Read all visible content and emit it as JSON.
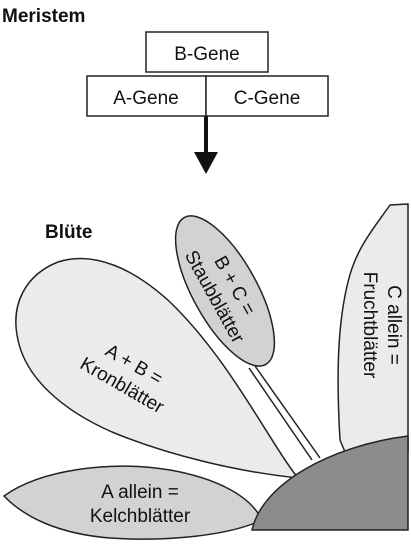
{
  "headings": {
    "meristem": "Meristem",
    "bluete": "Blüte"
  },
  "genes": {
    "b": "B-Gene",
    "a": "A-Gene",
    "c": "C-Gene"
  },
  "organs": {
    "kelch": {
      "line1": "A allein =",
      "line2": "Kelchblätter"
    },
    "kron": {
      "line1": "A + B =",
      "line2": "Kronblätter"
    },
    "staub": {
      "line1": "B + C =",
      "line2": "Staubblätter"
    },
    "frucht": {
      "line1": "C allein =",
      "line2": "Fruchtblätter"
    }
  },
  "colors": {
    "petal_light": "#ebebeb",
    "petal_mid": "#d2d2d2",
    "center": "#8c8c8c",
    "stroke": "#222222"
  }
}
